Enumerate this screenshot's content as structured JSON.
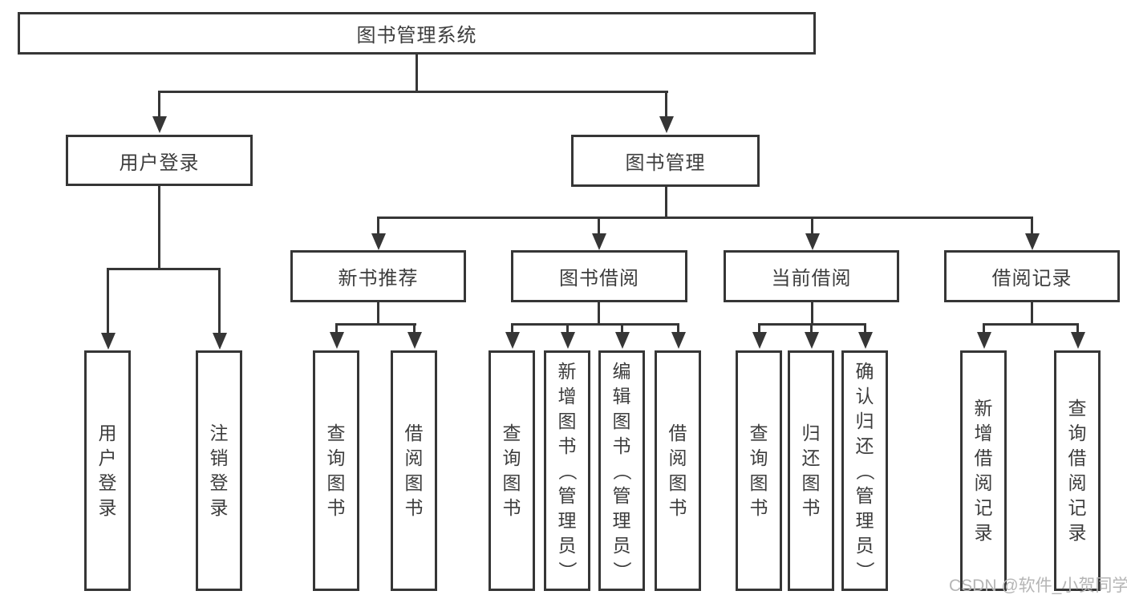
{
  "diagram": {
    "root": {
      "label": "图书管理系统"
    },
    "branches": [
      {
        "label": "用户登录",
        "children": [
          {
            "label": "用户登录"
          },
          {
            "label": "注销登录"
          }
        ]
      },
      {
        "label": "图书管理",
        "children": [
          {
            "label": "新书推荐",
            "children": [
              {
                "label": "查询图书"
              },
              {
                "label": "借阅图书"
              }
            ]
          },
          {
            "label": "图书借阅",
            "children": [
              {
                "label": "查询图书"
              },
              {
                "label": "新增图书（管理员）"
              },
              {
                "label": "编辑图书（管理员）"
              },
              {
                "label": "借阅图书"
              }
            ]
          },
          {
            "label": "当前借阅",
            "children": [
              {
                "label": "查询图书"
              },
              {
                "label": "归还图书"
              },
              {
                "label": "确认归还（管理员）"
              }
            ]
          },
          {
            "label": "借阅记录",
            "children": [
              {
                "label": "新增借阅记录"
              },
              {
                "label": "查询借阅记录"
              }
            ]
          }
        ]
      }
    ]
  },
  "watermark": {
    "text": "CSDN @软件_小贺同学"
  },
  "colors": {
    "line": "#363636",
    "box_border": "#363636",
    "text": "#3d3d3d",
    "watermark": "#b5b5b5",
    "background": "#ffffff"
  }
}
